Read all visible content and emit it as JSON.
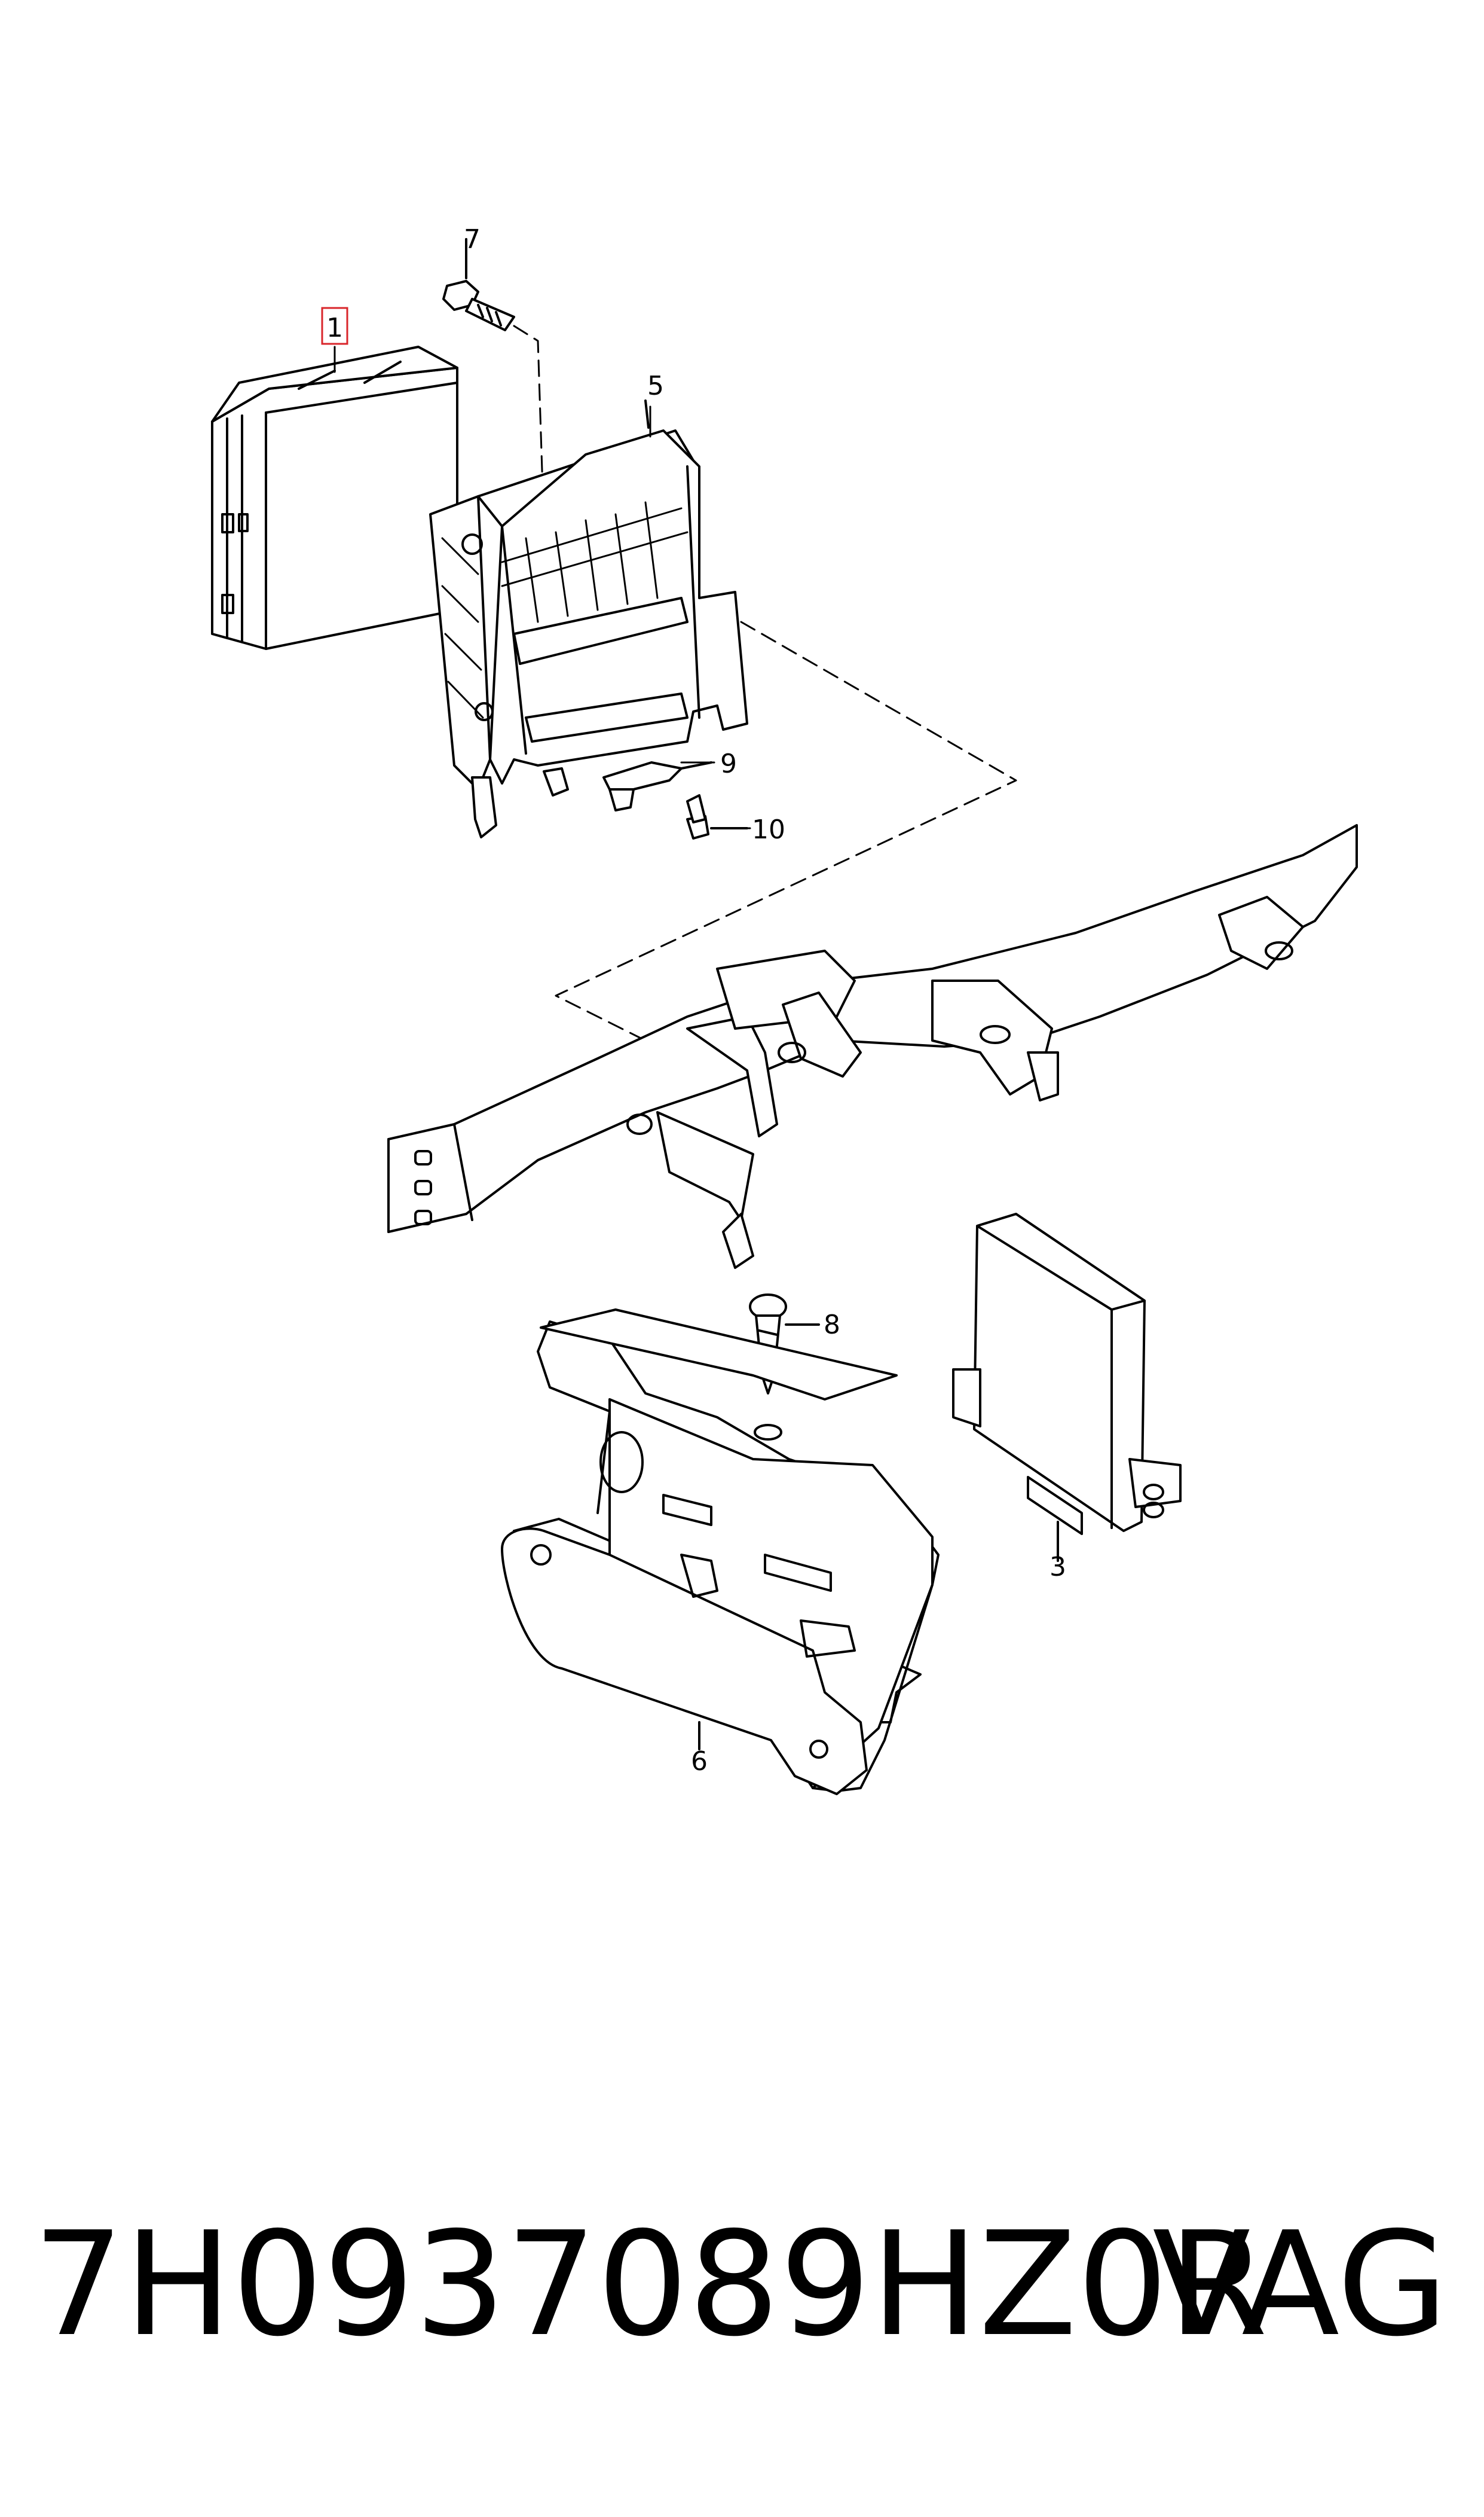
{
  "diagram": {
    "callouts": [
      {
        "id": "c1",
        "label": "1",
        "highlighted": true
      },
      {
        "id": "c3",
        "label": "3"
      },
      {
        "id": "c5",
        "label": "5"
      },
      {
        "id": "c6",
        "label": "6"
      },
      {
        "id": "c7",
        "label": "7"
      },
      {
        "id": "c8",
        "label": "8"
      },
      {
        "id": "c9",
        "label": "9"
      },
      {
        "id": "c10",
        "label": "10"
      }
    ],
    "highlight_color": "#d9262b"
  },
  "footer": {
    "part_number": "7H0937089HZ0R",
    "brand": "VAG"
  }
}
